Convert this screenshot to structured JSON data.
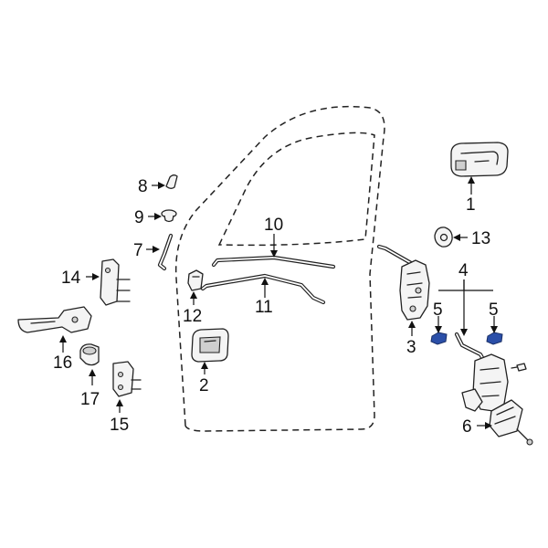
{
  "callouts": {
    "c1": "1",
    "c2": "2",
    "c3": "3",
    "c4": "4",
    "c5a": "5",
    "c5b": "5",
    "c6": "6",
    "c7": "7",
    "c8": "8",
    "c9": "9",
    "c10": "10",
    "c11": "11",
    "c12": "12",
    "c13": "13",
    "c14": "14",
    "c15": "15",
    "c16": "16",
    "c17": "17"
  },
  "colors": {
    "highlight": "#2b4fa8",
    "line": "#222222",
    "background": "#ffffff"
  }
}
